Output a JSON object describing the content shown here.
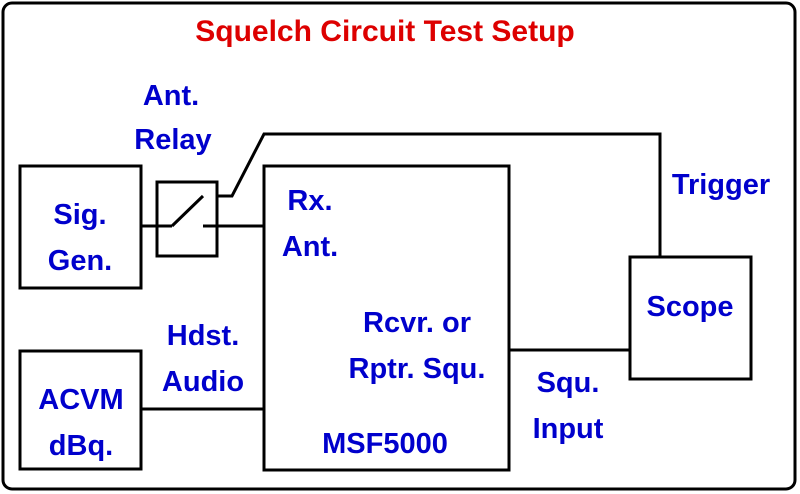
{
  "title": "Squelch Circuit Test Setup",
  "colors": {
    "title": "#DD0000",
    "labels": "#0000CC",
    "lines": "#000000",
    "background": "#FFFFFF"
  },
  "blocks": {
    "sig_gen": [
      "Sig.",
      "Gen."
    ],
    "acvm": [
      "ACVM",
      "dBq."
    ],
    "msf5000": {
      "rx_ant": [
        "Rx.",
        "Ant."
      ],
      "rcvr": [
        "Rcvr. or",
        "Rptr. Squ."
      ],
      "name": "MSF5000"
    },
    "scope": "Scope"
  },
  "annotations": {
    "ant_relay": [
      "Ant.",
      "Relay"
    ],
    "hdst_audio": [
      "Hdst.",
      "Audio"
    ],
    "trigger": "Trigger",
    "squ_input": [
      "Squ.",
      "Input"
    ]
  }
}
